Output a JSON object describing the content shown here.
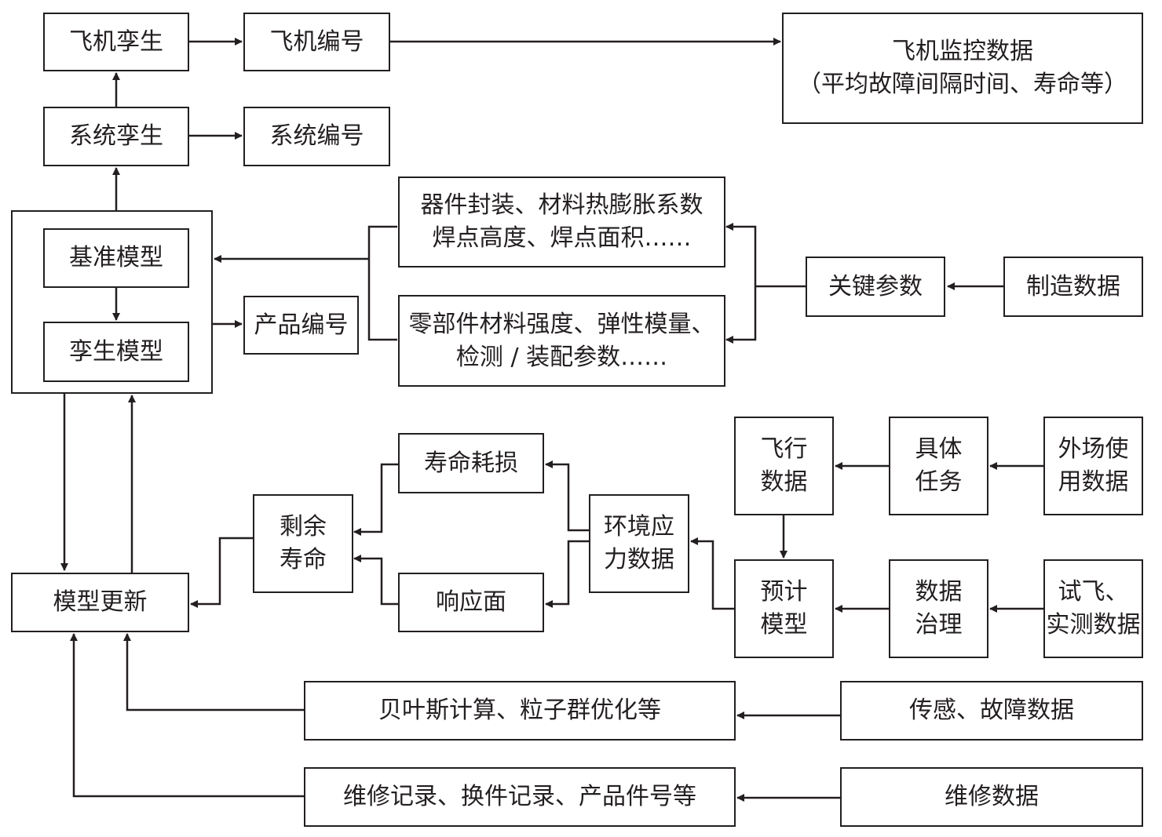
{
  "nodes": {
    "aircraft_twin": "飞机孪生",
    "aircraft_id": "飞机编号",
    "aircraft_monitor": "飞机监控数据\n（平均故障间隔时间、寿命等）",
    "system_twin": "系统孪生",
    "system_id": "系统编号",
    "baseline_model": "基准模型",
    "twin_model": "孪生模型",
    "product_id": "产品编号",
    "device_params": "器件封装、材料热膨胀系数\n焊点高度、焊点面积……",
    "part_params": "零部件材料强度、弹性模量、\n检测 / 装配参数……",
    "key_params": "关键参数",
    "manufacturing_data": "制造数据",
    "flight_data": "飞行\n数据",
    "specific_task": "具体\n任务",
    "field_usage_data": "外场使\n用数据",
    "life_consumption": "寿命耗损",
    "remaining_life": "剩余\n寿命",
    "env_stress_data": "环境应\n力数据",
    "response_surface": "响应面",
    "prediction_model": "预计\n模型",
    "data_governance": "数据\n治理",
    "test_flight_data": "试飞、\n实测数据",
    "model_update": "模型更新",
    "bayesian_calc": "贝叶斯计算、粒子群优化等",
    "sensor_fault_data": "传感、故障数据",
    "maintenance_records": "维修记录、换件记录、产品件号等",
    "maintenance_data": "维修数据"
  },
  "colors": {
    "stroke": "#231f20",
    "fill": "#ffffff"
  }
}
